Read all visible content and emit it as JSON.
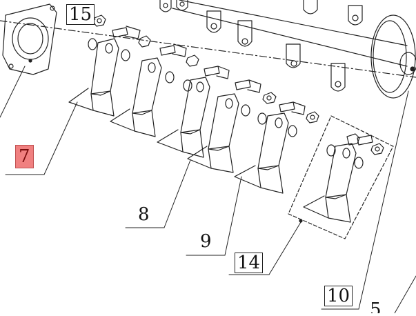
{
  "diagram": {
    "callouts": [
      {
        "id": "c15",
        "text": "15",
        "highlighted": false
      },
      {
        "id": "c7",
        "text": "7",
        "highlighted": true
      },
      {
        "id": "c8",
        "text": "8",
        "highlighted": false
      },
      {
        "id": "c9",
        "text": "9",
        "highlighted": false
      },
      {
        "id": "c14",
        "text": "14",
        "highlighted": false
      },
      {
        "id": "c10",
        "text": "10",
        "highlighted": false
      },
      {
        "id": "c5",
        "text": "5",
        "highlighted": false
      }
    ],
    "highlight_color": "#f08080",
    "line_color": "#222222"
  }
}
